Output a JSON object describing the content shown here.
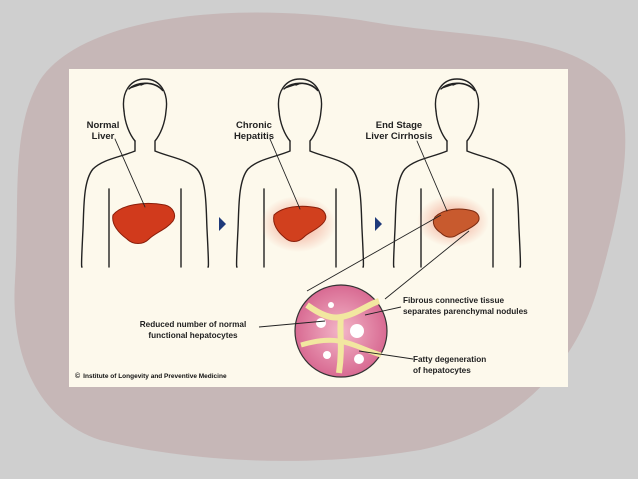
{
  "figures": [
    {
      "label": "Normal\nLiver"
    },
    {
      "label": "Chronic\nHepatitis"
    },
    {
      "label": "End Stage\nLiver Cirrhosis"
    }
  ],
  "callouts": {
    "left": "Reduced number of normal\nfunctional hepatocytes",
    "top_right": "Fibrous connective tissue\nseparates parenchymal nodules",
    "bottom_right": "Fatty degeneration\nof hepatocytes"
  },
  "credit": {
    "symbol": "©",
    "text": "Institute of Longevity and Preventive Medicine"
  },
  "colors": {
    "background": "#cfcfcf",
    "blob": "#c4b3b3",
    "panel": "#fdf9ec",
    "liver_normal": "#d13a1c",
    "liver_hepatitis": "#d1401e",
    "liver_cirrhosis": "#c85a2e",
    "arrow": "#1f3a7a"
  }
}
